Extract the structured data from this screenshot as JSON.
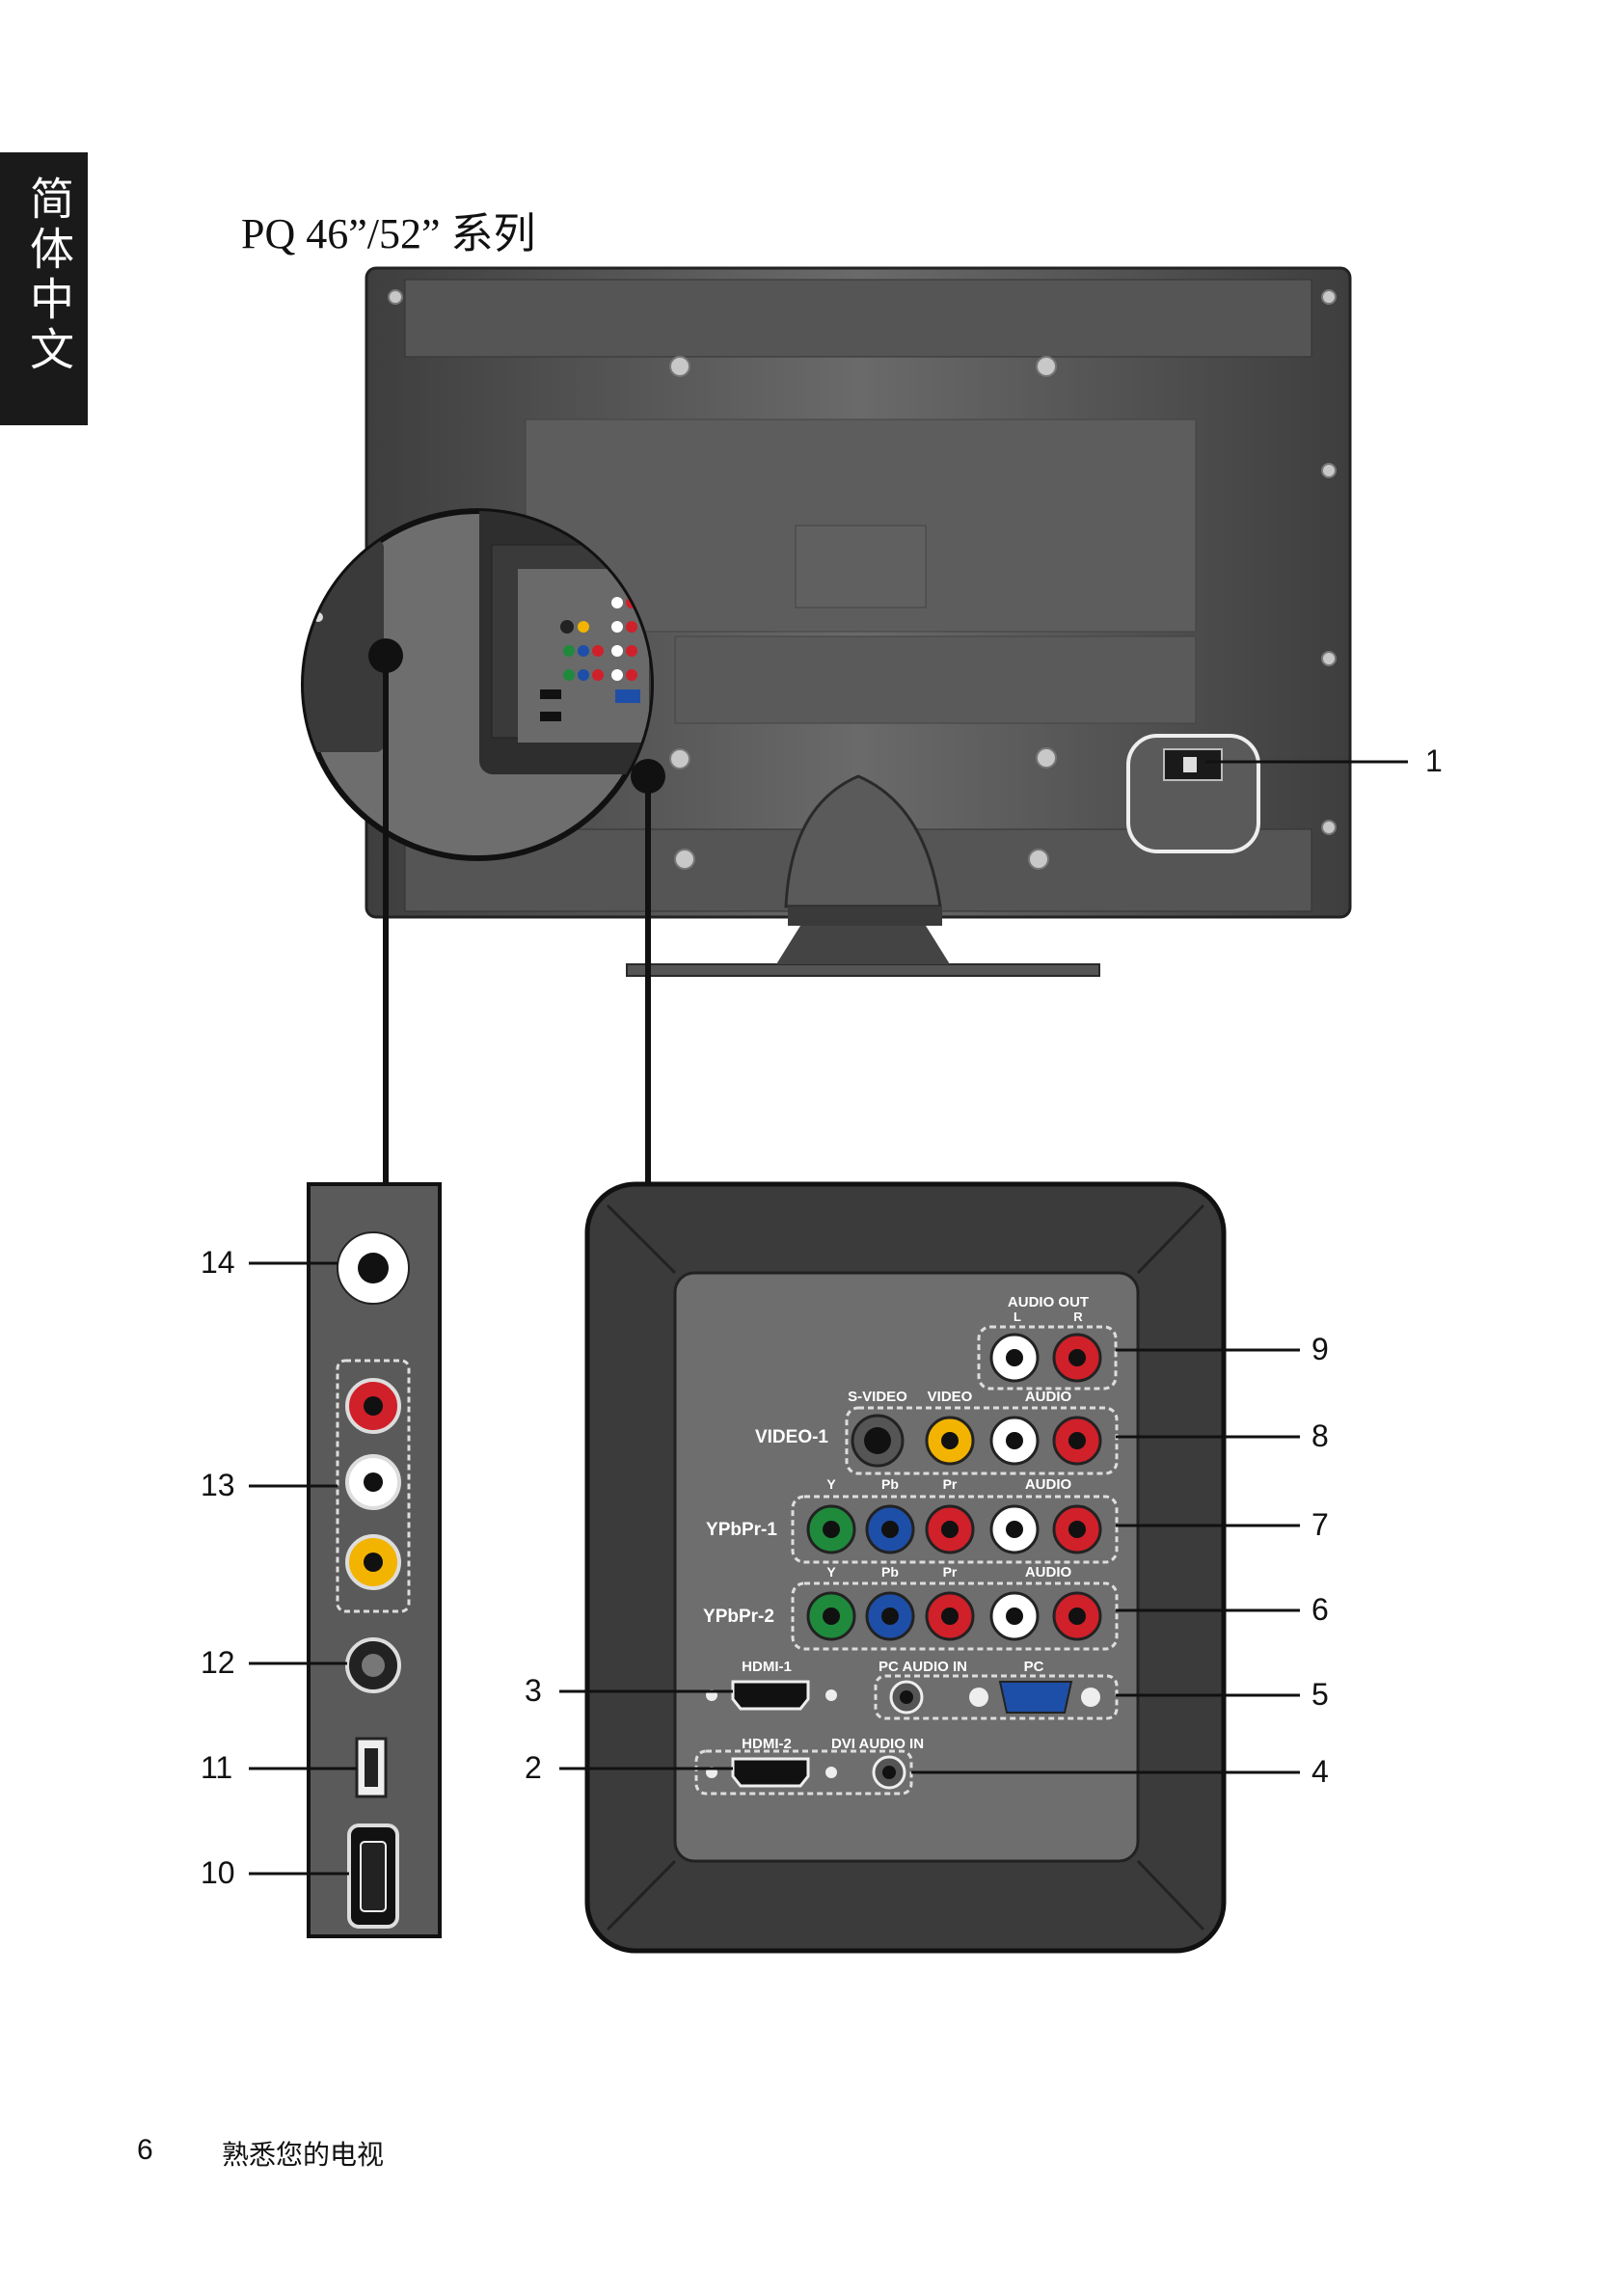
{
  "side_tab": {
    "text": "简体中文"
  },
  "title": "PQ 46”/52” 系列",
  "callouts": {
    "c1": "1",
    "c2": "2",
    "c3": "3",
    "c4": "4",
    "c5": "5",
    "c6": "6",
    "c7": "7",
    "c8": "8",
    "c9": "9",
    "c10": "10",
    "c11": "11",
    "c12": "12",
    "c13": "13",
    "c14": "14"
  },
  "panel_labels": {
    "audio_out": "AUDIO OUT",
    "l": "L",
    "r": "R",
    "s_video": "S-VIDEO",
    "video": "VIDEO",
    "audio": "AUDIO",
    "video_1": "VIDEO-1",
    "ypbpr_1": "YPbPr-1",
    "ypbpr_2": "YPbPr-2",
    "y": "Y",
    "pb": "Pb",
    "pr": "Pr",
    "hdmi_1": "HDMI-1",
    "hdmi_2": "HDMI-2",
    "pc_audio_in": "PC AUDIO IN",
    "pc": "PC",
    "dvi_audio_in": "DVI AUDIO IN"
  },
  "footer": {
    "page_number": "6",
    "text": "熟悉您的电视"
  },
  "colors": {
    "tv_body": "#4a4a4a",
    "panel_frame": "#3b3b3b",
    "panel_inner": "#6e6e6e",
    "red_jack": "#d0202a",
    "white_jack": "#ffffff",
    "yellow_jack": "#f2b400",
    "green_jack": "#1f8a3c",
    "blue_jack": "#1e4fa8"
  }
}
